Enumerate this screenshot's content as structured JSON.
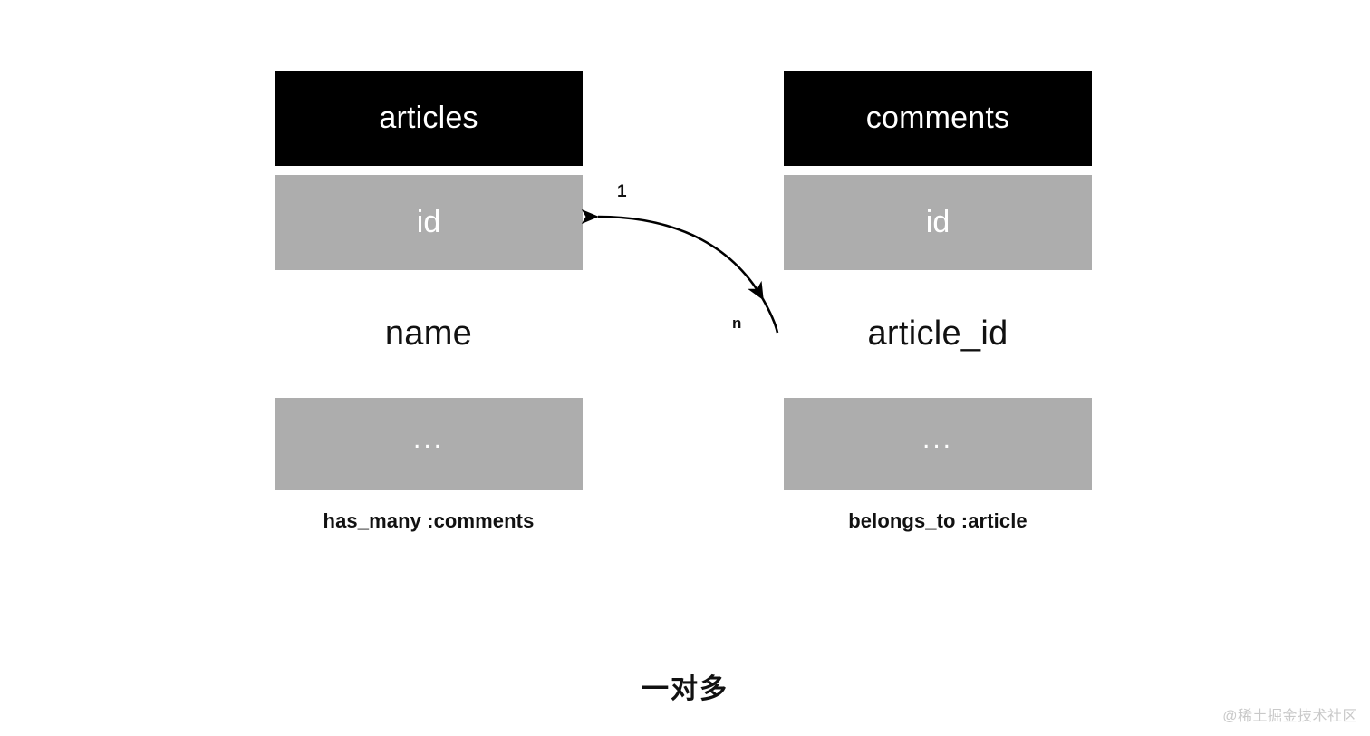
{
  "diagram": {
    "caption": "一对多",
    "watermark": "@稀土掘金技术社区",
    "colors": {
      "header_bg": "#000000",
      "field_bg": "#ADADAD",
      "text_on_dark": "#FFFFFF",
      "text_plain": "#111111",
      "background": "#FFFFFF",
      "watermark": "#C9C9C9"
    },
    "tables": [
      {
        "name": "articles",
        "rows": [
          {
            "label": "id",
            "style": "field"
          },
          {
            "label": "name",
            "style": "plain"
          },
          {
            "label": "...",
            "style": "field"
          }
        ],
        "association": "has_many :comments"
      },
      {
        "name": "comments",
        "rows": [
          {
            "label": "id",
            "style": "field"
          },
          {
            "label": "article_id",
            "style": "plain"
          },
          {
            "label": "...",
            "style": "field"
          }
        ],
        "association": "belongs_to :article"
      }
    ],
    "relation": {
      "from_table": "articles",
      "from_field": "id",
      "to_table": "comments",
      "to_field": "article_id",
      "cardinality_source": "1",
      "cardinality_target": "n",
      "arrow_color": "#000000"
    }
  }
}
